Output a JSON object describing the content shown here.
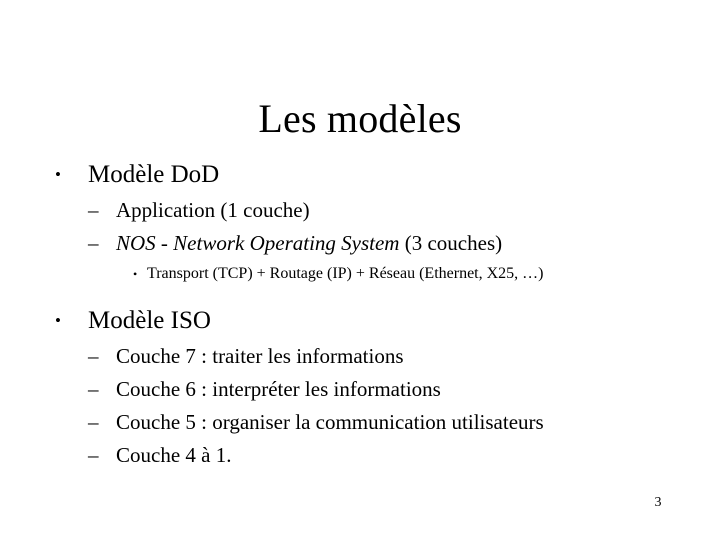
{
  "slide": {
    "title": "Les modèles",
    "page_number": "3",
    "background_color": "#ffffff",
    "text_color": "#000000",
    "markers": {
      "level1": "•",
      "level2": "–",
      "level3": "•"
    },
    "outline": [
      {
        "level": 1,
        "text": "Modèle DoD",
        "marker": "•"
      },
      {
        "level": 2,
        "text": "Application (1 couche)",
        "marker": "–"
      },
      {
        "level": 2,
        "marker": "–",
        "text": "NOS - Network Operating System (3 couches)",
        "italic_part": "NOS - Network Operating System",
        "regular_part": " (3 couches)"
      },
      {
        "level": 3,
        "marker": "•",
        "text": "Transport (TCP) + Routage (IP) + Réseau (Ethernet, X25, …)"
      },
      {
        "level": 1,
        "marker": "•",
        "text": "Modèle ISO"
      },
      {
        "level": 2,
        "marker": "–",
        "text": "Couche 7 : traiter les informations"
      },
      {
        "level": 2,
        "marker": "–",
        "text": "Couche 6 : interpréter les informations"
      },
      {
        "level": 2,
        "marker": "–",
        "text": "Couche 5 : organiser la communication utilisateurs"
      },
      {
        "level": 2,
        "marker": "–",
        "text": "Couche 4 à 1."
      }
    ]
  }
}
